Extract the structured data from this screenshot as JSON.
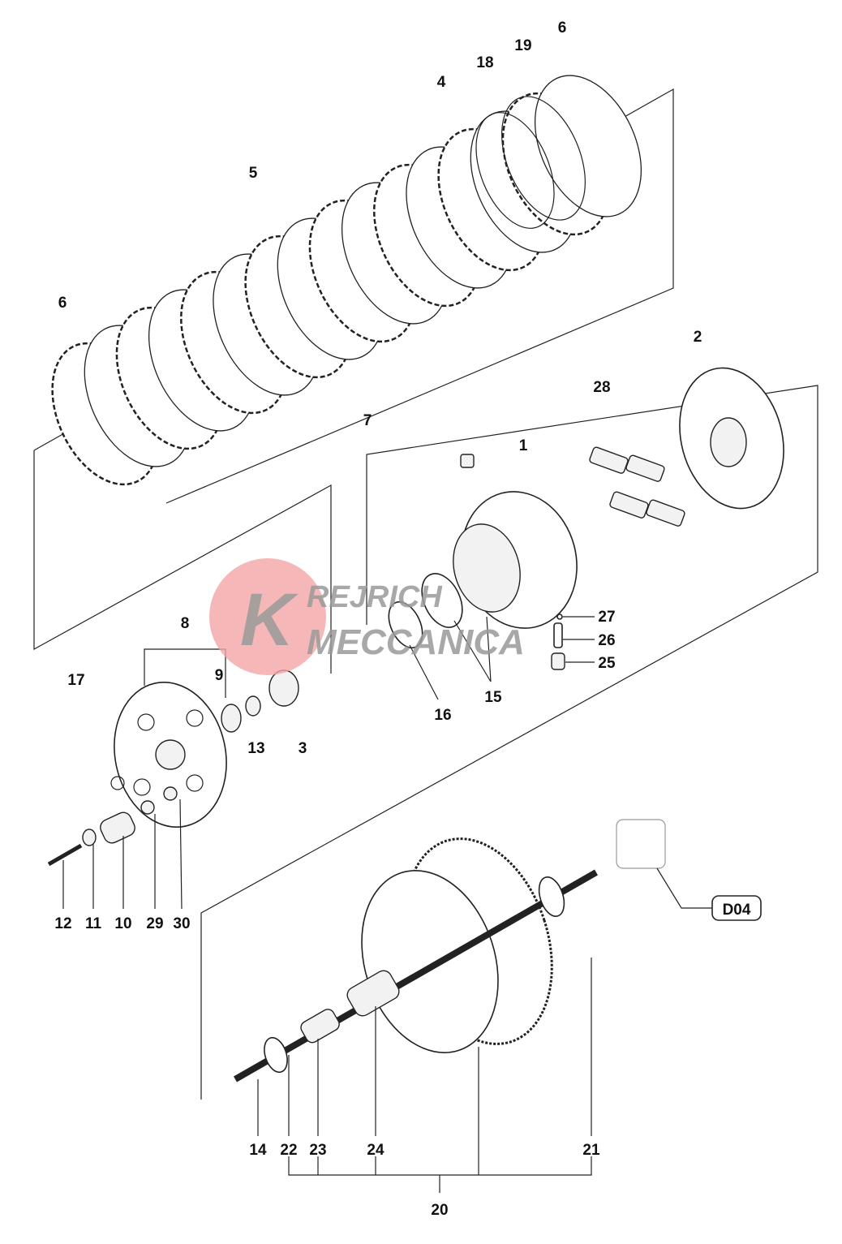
{
  "diagram": {
    "title": "Clutch assembly exploded view",
    "reference_box": "D04",
    "watermark": {
      "text_top": "REJRICH",
      "text_bottom": "MECCANICA",
      "initial": "K",
      "colors": {
        "circle": "#f2a5a5",
        "text": "#9a9a9a"
      }
    },
    "labels": {
      "p1": "1",
      "p2": "2",
      "p3": "3",
      "p4": "4",
      "p5": "5",
      "p6a": "6",
      "p6b": "6",
      "p7": "7",
      "p8": "8",
      "p9": "9",
      "p10": "10",
      "p11": "11",
      "p12": "12",
      "p13": "13",
      "p14": "14",
      "p15": "15",
      "p16": "16",
      "p17": "17",
      "p18": "18",
      "p19": "19",
      "p20": "20",
      "p21": "21",
      "p22": "22",
      "p23": "23",
      "p24": "24",
      "p25": "25",
      "p26": "26",
      "p27": "27",
      "p28": "28",
      "p29": "29",
      "p30": "30"
    }
  }
}
